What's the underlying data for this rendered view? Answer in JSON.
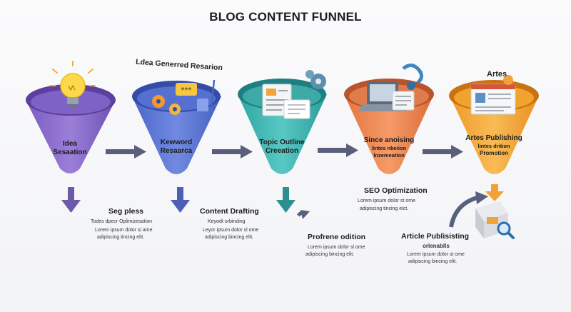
{
  "title": "BLOG CONTENT FUNNEL",
  "colors": {
    "purple": "#8b6fc9",
    "blue": "#5b78d6",
    "teal": "#3fb5b3",
    "orange": "#f08a52",
    "gold": "#f5a93a",
    "arrow": "#595d7a"
  },
  "funnels": [
    {
      "label_line1": "Idea",
      "label_line2": "Sesaation",
      "icon": "lightbulb-icon"
    },
    {
      "label_line1": "Kewword",
      "label_line2": "Resaarca",
      "icon": "gears-chat-icon"
    },
    {
      "label_line1": "Topic Outline",
      "label_line2": "Creeation",
      "icon": "document-outline-icon"
    },
    {
      "label_line1": "Since anoising",
      "label_line2": "lintes nbeiion",
      "label_line3": "lnzemeation",
      "icon": "laptop-magnet-icon"
    },
    {
      "label_line1": "Artes Publishing",
      "label_line2": "lintes drition",
      "label_line3": "Promotion",
      "icon": "browser-article-icon"
    }
  ],
  "top_labels": {
    "idea": "Ldea Generred Resarion",
    "artes": "Artes"
  },
  "steps": [
    {
      "heading": "Seg pless",
      "line1": "Todes dpecr Oplimizesation",
      "line2": "Lorem ipsum dolor si ame",
      "line3": "adipiscing tincing elit."
    },
    {
      "heading": "Content Drafting",
      "line1": "Keyodt orbinding",
      "line2": "Leyor ipsum dolor sl ome",
      "line3": "adipiscing bincing elit."
    },
    {
      "heading": "Profrene odition",
      "line1": "Lorem ipsum dolor sl ome",
      "line2": "adipiscing bincing elit."
    },
    {
      "heading": "SEO Optimization",
      "line1": "Lorem ipsum dolor st ome",
      "line2": "adipiscing tincing eict."
    },
    {
      "heading": "Article Publisisting",
      "line1": "orlenablls",
      "line2": "Lorem ipsum dolor st ome",
      "line3": "adipiscing bincing elit."
    }
  ]
}
